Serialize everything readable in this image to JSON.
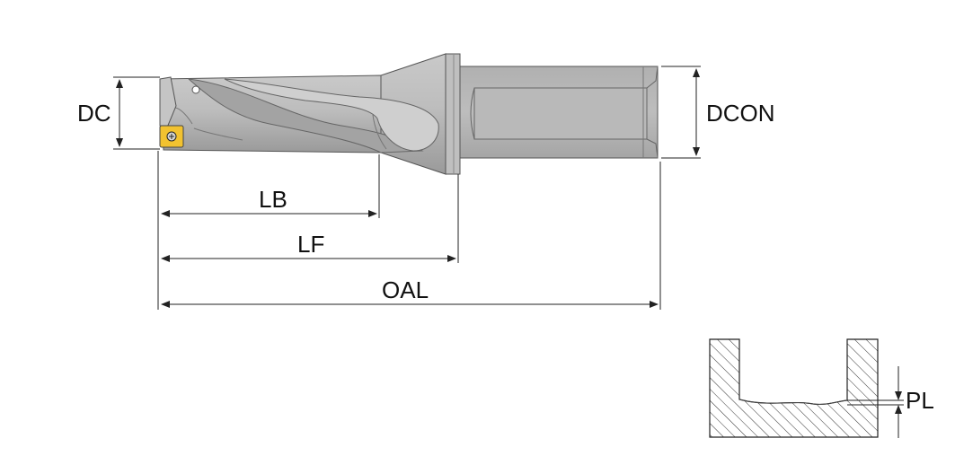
{
  "labels": {
    "dc": "DC",
    "dcon": "DCON",
    "lb": "LB",
    "lf": "LF",
    "oal": "OAL",
    "pl": "PL"
  },
  "colors": {
    "tool_body": "#b5b5b5",
    "tool_highlight": "#d2d2d2",
    "tool_shadow": "#8f8f8f",
    "insert": "#f2c230",
    "line": "#222222",
    "hatch": "#333333"
  }
}
